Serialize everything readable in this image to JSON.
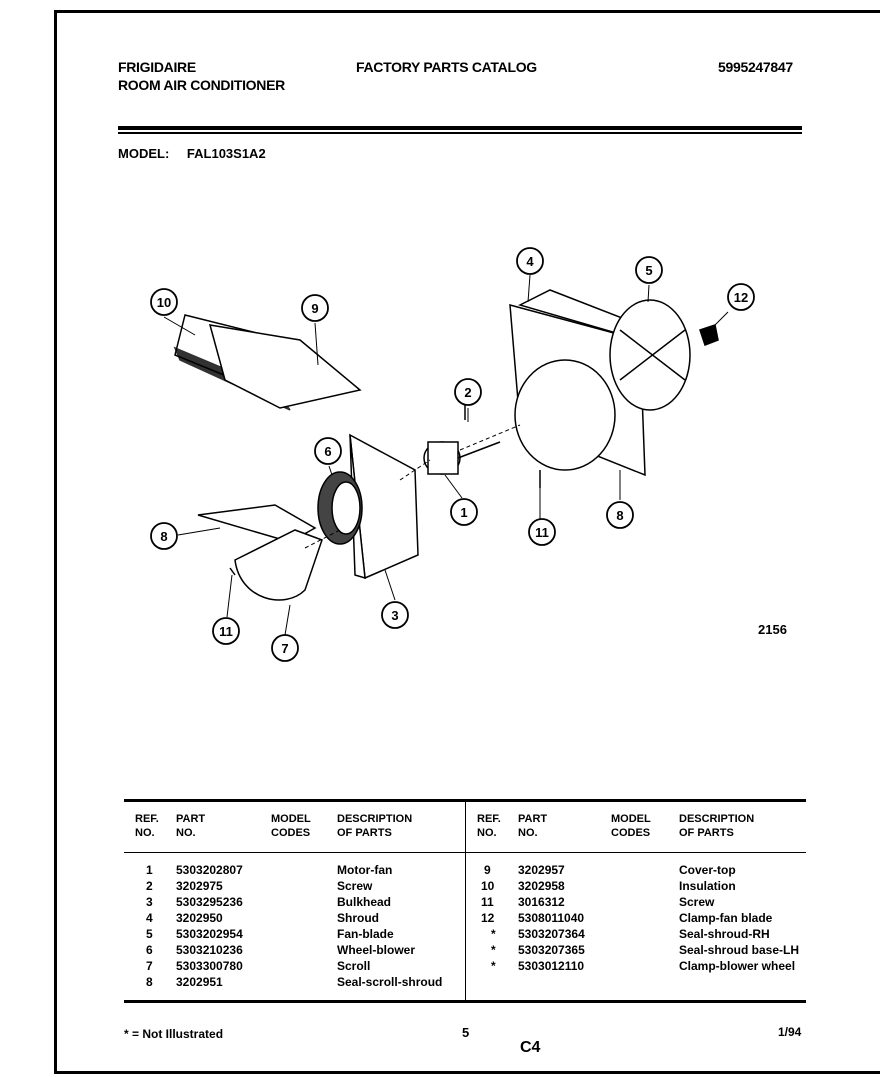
{
  "header": {
    "brand": "FRIGIDAIRE",
    "product": "ROOM AIR CONDITIONER",
    "catalog_title": "FACTORY PARTS CATALOG",
    "catalog_number": "5995247847"
  },
  "model": {
    "label": "MODEL:",
    "value": "FAL103S1A2"
  },
  "diagram": {
    "figure_number": "2156",
    "callouts": [
      "10",
      "9",
      "4",
      "5",
      "12",
      "2",
      "6",
      "1",
      "11",
      "8",
      "8",
      "3",
      "11",
      "7"
    ]
  },
  "table": {
    "headers": {
      "ref": "REF.\nNO.",
      "part": "PART\nNO.",
      "codes": "MODEL\nCODES",
      "desc": "DESCRIPTION\nOF PARTS"
    },
    "left_rows": [
      {
        "ref": "1",
        "part": "5303202807",
        "desc": "Motor-fan"
      },
      {
        "ref": "2",
        "part": "3202975",
        "desc": "Screw"
      },
      {
        "ref": "3",
        "part": "5303295236",
        "desc": "Bulkhead"
      },
      {
        "ref": "4",
        "part": "3202950",
        "desc": "Shroud"
      },
      {
        "ref": "5",
        "part": "5303202954",
        "desc": "Fan-blade"
      },
      {
        "ref": "6",
        "part": "5303210236",
        "desc": "Wheel-blower"
      },
      {
        "ref": "7",
        "part": "5303300780",
        "desc": "Scroll"
      },
      {
        "ref": "8",
        "part": "3202951",
        "desc": "Seal-scroll-shroud"
      }
    ],
    "right_rows": [
      {
        "ref": "9",
        "part": "3202957",
        "desc": "Cover-top"
      },
      {
        "ref": "10",
        "part": "3202958",
        "desc": "Insulation"
      },
      {
        "ref": "11",
        "part": "3016312",
        "desc": "Screw"
      },
      {
        "ref": "12",
        "part": "5308011040",
        "desc": "Clamp-fan blade"
      },
      {
        "ref": "*",
        "part": "5303207364",
        "desc": "Seal-shroud-RH"
      },
      {
        "ref": "*",
        "part": "5303207365",
        "desc": "Seal-shroud base-LH"
      },
      {
        "ref": "*",
        "part": "5303012110",
        "desc": "Clamp-blower wheel"
      }
    ]
  },
  "footer": {
    "note": "* = Not Illustrated",
    "page": "5",
    "section": "C4",
    "date": "1/94"
  }
}
